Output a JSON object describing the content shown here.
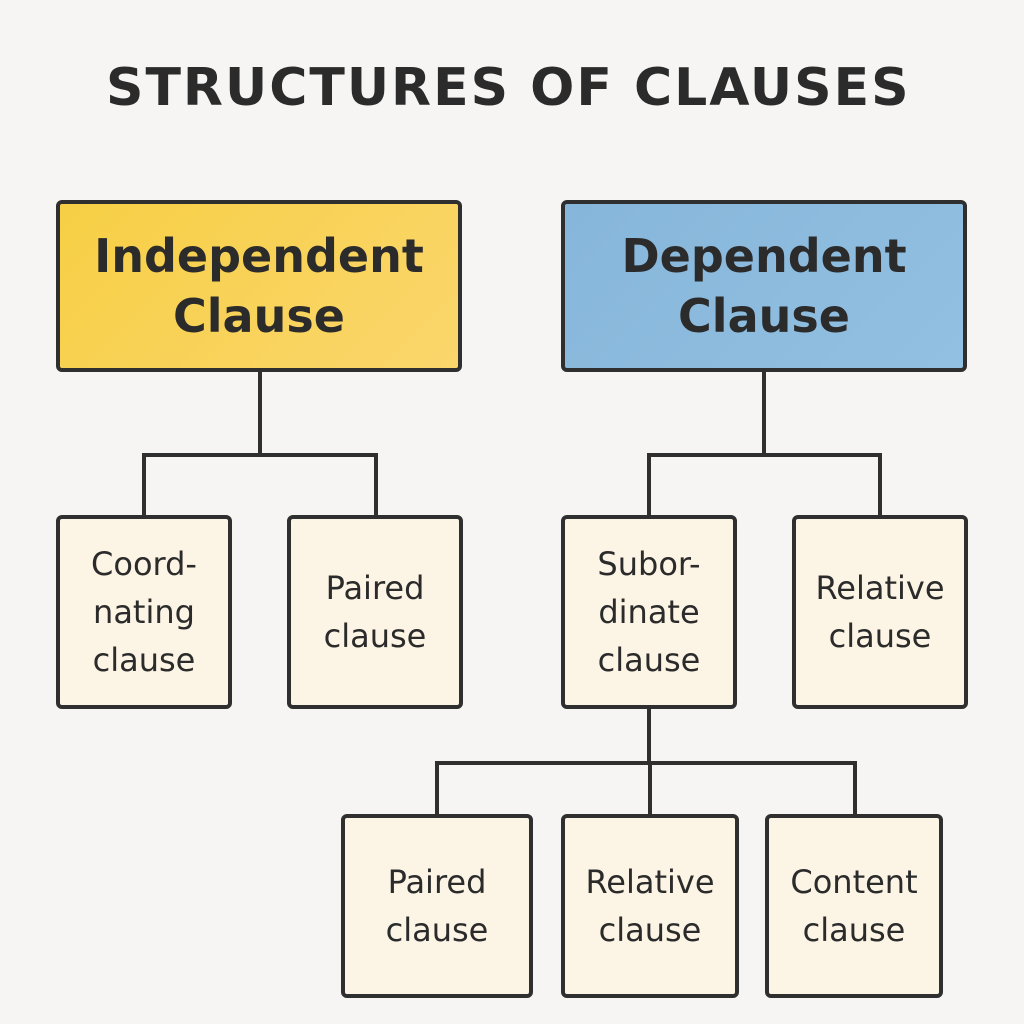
{
  "title": "STRUCTURES OF CLAUSES",
  "colors": {
    "independent_fill": "#f7cf45",
    "dependent_fill": "#86b6da",
    "leaf_fill": "#fcf4e4",
    "stroke": "#2f2f2f",
    "background": "#f6f5f3"
  },
  "nodes": {
    "independent": "Independent\nClause",
    "dependent": "Dependent\nClause",
    "coordinating": "Coord-\nnating\nclause",
    "paired_clause_1": "Paired\nclause",
    "subordinate": "Subor-\ndinate\nclause",
    "relative_clause_1": "Relative\nclause",
    "paired_clause_2": "Paired\nclause",
    "relative_clause_2": "Relative\nclause",
    "content_clause": "Content\nclause"
  },
  "edges": [
    {
      "from": "independent",
      "to": "coordinating"
    },
    {
      "from": "independent",
      "to": "paired_clause_1"
    },
    {
      "from": "dependent",
      "to": "subordinate"
    },
    {
      "from": "dependent",
      "to": "relative_clause_1"
    },
    {
      "from": "subordinate",
      "to": "paired_clause_2"
    },
    {
      "from": "subordinate",
      "to": "relative_clause_2"
    },
    {
      "from": "subordinate",
      "to": "content_clause"
    }
  ]
}
